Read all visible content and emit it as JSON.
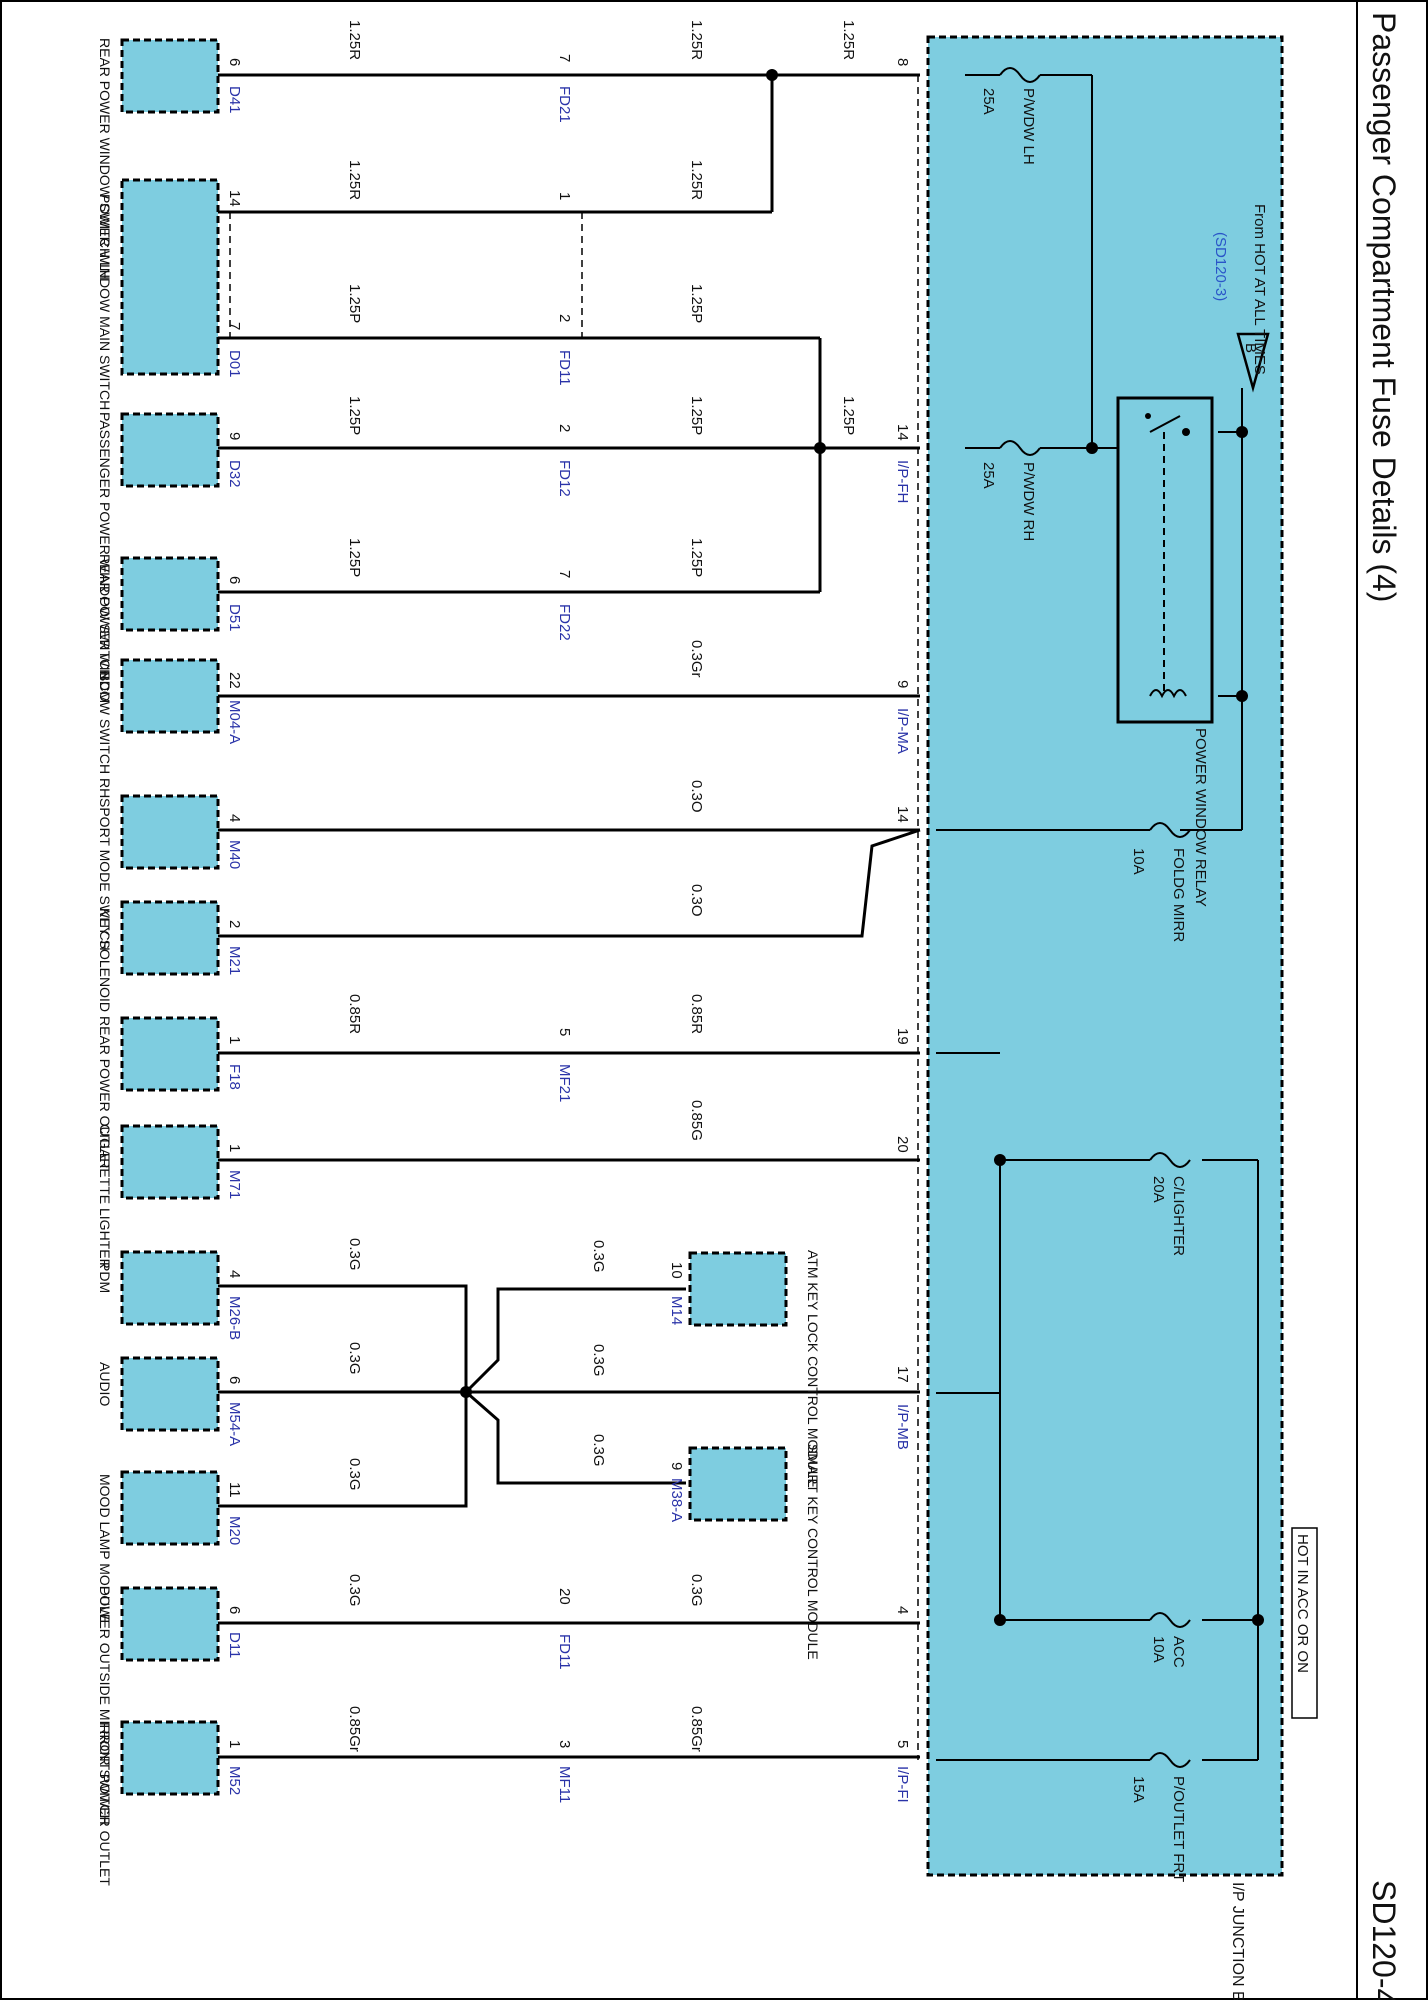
{
  "page": {
    "title": "Passenger Compartment Fuse Details (4)",
    "code": "SD120-4"
  },
  "junction_box": {
    "name": "I/P JUNCTION BOX",
    "hot_label": "HOT IN ACC OR ON",
    "source_from": "From HOT AT ALL TIMES",
    "source_ref": "(SD120-3)",
    "source_letter": "B",
    "relay": "POWER WINDOW RELAY"
  },
  "fuses": [
    {
      "id": "pwdw_lh",
      "name": "P/WDW LH",
      "rating": "25A"
    },
    {
      "id": "pwdw_rh",
      "name": "P/WDW RH",
      "rating": "25A"
    },
    {
      "id": "foldg",
      "name": "FOLDG MIRR",
      "rating": "10A"
    },
    {
      "id": "clighter",
      "name": "C/LIGHTER",
      "rating": "20A"
    },
    {
      "id": "acc",
      "name": "ACC",
      "rating": "10A"
    },
    {
      "id": "poutlet",
      "name": "P/OUTLET FRT",
      "rating": "15A"
    }
  ],
  "jb_pins": [
    {
      "id": "p8",
      "pin": "8",
      "conn": ""
    },
    {
      "id": "p14",
      "pin": "14",
      "conn": "I/P-FH"
    },
    {
      "id": "p9",
      "pin": "9",
      "conn": "I/P-MA"
    },
    {
      "id": "p14b",
      "pin": "14",
      "conn": ""
    },
    {
      "id": "p19",
      "pin": "19",
      "conn": ""
    },
    {
      "id": "p20",
      "pin": "20",
      "conn": ""
    },
    {
      "id": "p17",
      "pin": "17",
      "conn": "I/P-MB"
    },
    {
      "id": "p4",
      "pin": "4",
      "conn": ""
    },
    {
      "id": "p5",
      "pin": "5",
      "conn": "I/P-FI"
    }
  ],
  "inline_connectors": [
    {
      "id": "fd21",
      "pin": "7",
      "conn": "FD21"
    },
    {
      "id": "fd11a",
      "pin": "1",
      "conn": ""
    },
    {
      "id": "fd11b",
      "pin": "2",
      "conn": "FD11"
    },
    {
      "id": "fd12",
      "pin": "2",
      "conn": "FD12"
    },
    {
      "id": "fd22",
      "pin": "7",
      "conn": "FD22"
    },
    {
      "id": "mf21",
      "pin": "5",
      "conn": "MF21"
    },
    {
      "id": "fd11c",
      "pin": "20",
      "conn": "FD11"
    },
    {
      "id": "mf11",
      "pin": "3",
      "conn": "MF11"
    }
  ],
  "components": [
    {
      "id": "rear_pw_lh",
      "name": "REAR POWER WINDOW SWITCH LH",
      "pin": "6",
      "conn": "D41"
    },
    {
      "id": "pw_main",
      "name": "POWER WINDOW MAIN SWITCH",
      "pin": "14",
      "pin2": "7",
      "conn": "D01"
    },
    {
      "id": "pass_pw",
      "name": "PASSENGER POWER WINDOW SWITCH",
      "pin": "9",
      "conn": "D32"
    },
    {
      "id": "rear_pw_rh",
      "name": "REAR POWER WINDOW SWITCH RH",
      "pin": "6",
      "conn": "D51"
    },
    {
      "id": "bcm",
      "name": "BCM",
      "pin": "22",
      "conn": "M04-A"
    },
    {
      "id": "sport",
      "name": "SPORT MODE SWITCH",
      "pin": "4",
      "conn": "M40"
    },
    {
      "id": "key_sol",
      "name": "KEY SOLENOID",
      "pin": "2",
      "conn": "M21"
    },
    {
      "id": "rear_outlet",
      "name": "REAR POWER OUTLET",
      "pin": "1",
      "conn": "F18"
    },
    {
      "id": "cig",
      "name": "CIGARETTE LIGHTER",
      "pin": "1",
      "conn": "M71"
    },
    {
      "id": "pdm",
      "name": "PDM",
      "pin": "4",
      "conn": "M26-B"
    },
    {
      "id": "audio",
      "name": "AUDIO",
      "pin": "6",
      "conn": "M54-A"
    },
    {
      "id": "mood",
      "name": "MOOD LAMP MODULE",
      "pin": "11",
      "conn": "M20"
    },
    {
      "id": "pom",
      "name": "POWER OUTSIDE MIRROR SWITCH",
      "pin": "6",
      "conn": "D11"
    },
    {
      "id": "front_outlet",
      "name": "FRONT POWER OUTLET",
      "pin": "1",
      "conn": "M52"
    },
    {
      "id": "atm",
      "name": "ATM KEY LOCK CONTROL MODULE",
      "pin": "10",
      "conn": "M14"
    },
    {
      "id": "smart",
      "name": "SMART KEY CONTROL MODULE",
      "pin": "9",
      "conn": "M38-A"
    }
  ],
  "wire_labels": [
    {
      "id": "w_a1",
      "text": "1.25R"
    },
    {
      "id": "w_a2",
      "text": "1.25R"
    },
    {
      "id": "w_a3",
      "text": "1.25R"
    },
    {
      "id": "w_b1",
      "text": "1.25R"
    },
    {
      "id": "w_b2",
      "text": "1.25R"
    },
    {
      "id": "w_c1",
      "text": "1.25P"
    },
    {
      "id": "w_c2",
      "text": "1.25P"
    },
    {
      "id": "w_d1",
      "text": "1.25P"
    },
    {
      "id": "w_d2",
      "text": "1.25P"
    },
    {
      "id": "w_d3",
      "text": "1.25P"
    },
    {
      "id": "w_e1",
      "text": "1.25P"
    },
    {
      "id": "w_e2",
      "text": "1.25P"
    },
    {
      "id": "w_f",
      "text": "0.3Gr"
    },
    {
      "id": "w_g",
      "text": "0.3O"
    },
    {
      "id": "w_h",
      "text": "0.3O"
    },
    {
      "id": "w_i1",
      "text": "0.85R"
    },
    {
      "id": "w_i2",
      "text": "0.85R"
    },
    {
      "id": "w_j",
      "text": "0.85G"
    },
    {
      "id": "w_k1",
      "text": "0.3G"
    },
    {
      "id": "w_k2",
      "text": "0.3G"
    },
    {
      "id": "w_l1",
      "text": "0.3G"
    },
    {
      "id": "w_l2",
      "text": "0.3G"
    },
    {
      "id": "w_m1",
      "text": "0.3G"
    },
    {
      "id": "w_m2",
      "text": "0.3G"
    },
    {
      "id": "w_n1",
      "text": "0.3G"
    },
    {
      "id": "w_n2",
      "text": "0.3G"
    },
    {
      "id": "w_o1",
      "text": "0.85Gr"
    },
    {
      "id": "w_o2",
      "text": "0.85Gr"
    }
  ]
}
